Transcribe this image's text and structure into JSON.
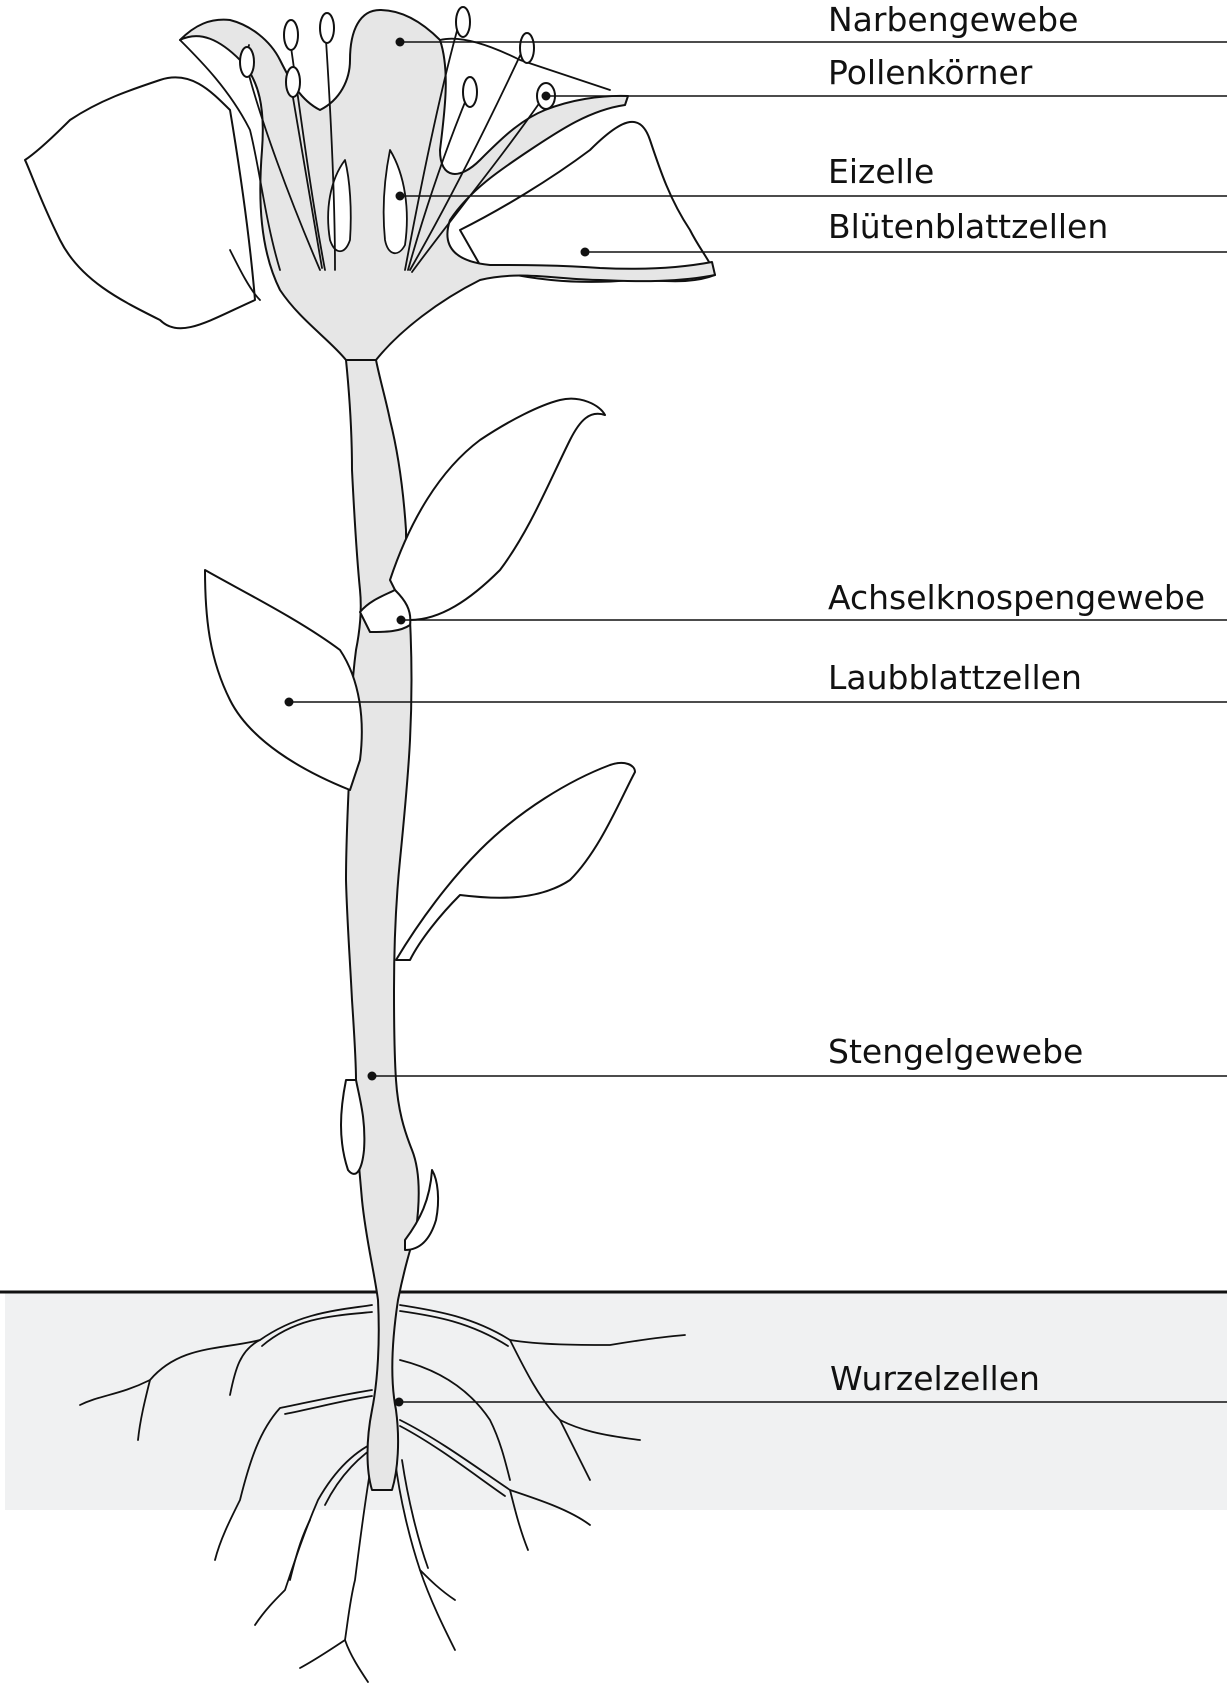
{
  "colors": {
    "soil": "#f0f1f2",
    "ground_line": "#111111",
    "plant_fill": "#e6e6e6",
    "outline": "#111111"
  },
  "labels": [
    {
      "id": "narbengewebe",
      "text": "Narbengewebe"
    },
    {
      "id": "pollenkoerner",
      "text": "Pollenkörner"
    },
    {
      "id": "eizelle",
      "text": "Eizelle"
    },
    {
      "id": "bluetenblattzellen",
      "text": "Blütenblattzellen"
    },
    {
      "id": "achselknospengewebe",
      "text": "Achselknospengewebe"
    },
    {
      "id": "laubblattzellen",
      "text": "Laubblattzellen"
    },
    {
      "id": "stengelgewebe",
      "text": "Stengelgewebe"
    },
    {
      "id": "wurzelzellen",
      "text": "Wurzelzellen"
    }
  ]
}
